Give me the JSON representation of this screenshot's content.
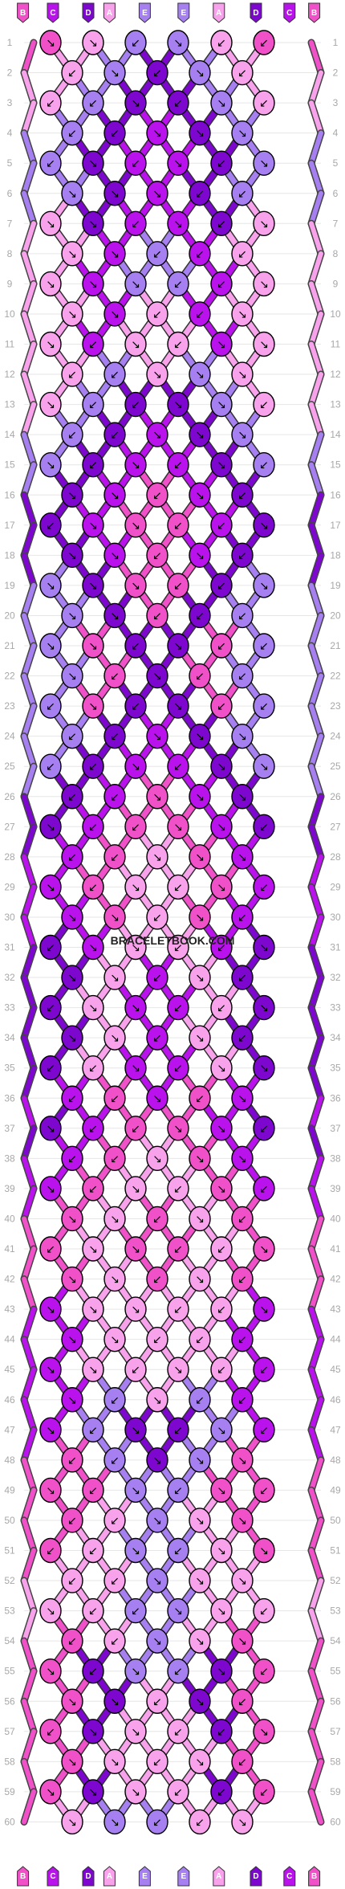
{
  "title": "",
  "watermark": "BRACELETBOOK.COM",
  "colors": {
    "A": "#f9a2ec",
    "B": "#f050c8",
    "C": "#ba12ec",
    "D": "#7d07cf",
    "E": "#a680f0"
  },
  "strands_top": [
    "B",
    "C",
    "D",
    "A",
    "E",
    "E",
    "A",
    "D",
    "C",
    "B"
  ],
  "strands_bottom": [
    "B",
    "C",
    "D",
    "A",
    "E",
    "E",
    "A",
    "D",
    "C",
    "B"
  ],
  "rows": [
    "1",
    "2",
    "3",
    "4",
    "5",
    "6",
    "7",
    "8",
    "9",
    "10",
    "11",
    "12",
    "13",
    "14",
    "15",
    "16",
    "17",
    "18",
    "19",
    "20",
    "21",
    "22",
    "23",
    "24",
    "25",
    "26",
    "27",
    "28",
    "29",
    "30",
    "31",
    "32",
    "33",
    "34",
    "35",
    "36",
    "37",
    "38",
    "39",
    "40",
    "41",
    "42",
    "43",
    "44",
    "45",
    "46",
    "47",
    "48",
    "49",
    "50",
    "51",
    "52",
    "53",
    "54",
    "55",
    "56",
    "57",
    "58",
    "59",
    "60"
  ],
  "knot_grid": [
    "B A E E A B",
    "A E D E A",
    "A E D D E A",
    "E D C D E",
    "E D C C D E",
    "E D C D E",
    "A D C C D A",
    "A C E C A",
    "A C E E C A",
    "A C A C A",
    "A C A A C A",
    "A E A E A",
    "A E D D E A",
    "E D C D E",
    "E D C C D E",
    "D C B C D",
    "D C B B C D",
    "D C B C D",
    "E D B B D E",
    "E D B D E",
    "E B D D B E",
    "E B D B E",
    "E B D D B E",
    "E D C D E",
    "E D C C D E",
    "D C B C D",
    "D C B B C D",
    "C B A B C",
    "C B A A B C",
    "C B A B C",
    "D C A A C D",
    "D A C A D",
    "D A C C A D",
    "D A C A D",
    "D A C C A D",
    "C B C B C",
    "D C B B C D",
    "C B A B C",
    "C B A A B C",
    "B A B A B",
    "B A B B A B",
    "B A B A B",
    "C A A A A C",
    "C A A A C",
    "C A A A A C",
    "C E A E C",
    "C E D D E C",
    "B E D E B",
    "B B E E B B",
    "B A E A B",
    "B A E E A B",
    "A A E A A",
    "A A E E A A",
    "B A E A B",
    "B D E E D B",
    "B D A D B",
    "B D A A D B",
    "B A A A B",
    "B D A A D B",
    "A E E A A"
  ],
  "arrow_grid": [
    "↘ ↘ ↙ ↘ ↙ ↙",
    "↙ ↘ ↙ ↘ ↙",
    "↙ ↙ ↘ ↙ ↘ ↙",
    "↙ ↙ ↘ ↘ ↘",
    "↙ ↘ ↙ ↘ ↙ ↘",
    "↘ ↘ ↘ ↙ ↙",
    "↘ ↘ ↙ ↘ ↙ ↘",
    "↘ ↘ ↙ ↙ ↙",
    "↘ ↘ ↘ ↙ ↙ ↘",
    "↘ ↘ ↙ ↙ ↘",
    "↘ ↙ ↘ ↙ ↘ ↘",
    "↙ ↙ ↘ ↘ ↘",
    "↘ ↙ ↙ ↘ ↘ ↙",
    "↙ ↙ ↘ ↘ ↘",
    "↘ ↙ ↘ ↙ ↘ ↙",
    "↘ ↘ ↙ ↘ ↙",
    "↙ ↘ ↘ ↙ ↙ ↘",
    "↘ ↘ ↙ ↘ ↙",
    "↘ ↘ ↘ ↙ ↙ ↘",
    "↘ ↘ ↙ ↙ ↙",
    "↘ ↘ ↙ ↘ ↙ ↙",
    "↘ ↙ ↘ ↙ ↙",
    "↙ ↘ ↙ ↘ ↙ ↙",
    "↙ ↙ ↘ ↘ ↘",
    "↙ ↙ ↘ ↙ ↘ ↘",
    "↙ ↙ ↘ ↘ ↘",
    "↘ ↙ ↙ ↘ ↘ ↙",
    "↙ ↙ ↘ ↘ ↘",
    "↘ ↙ ↘ ↙ ↘ ↙",
    "↘ ↘ ↙ ↘ ↙",
    "↙ ↘ ↘ ↙ ↙ ↘",
    "↘ ↘ ↙ ↘ ↙",
    "↙ ↘ ↘ ↙ ↙ ↘",
    "↘ ↘ ↙ ↘ ↙",
    "↙ ↙ ↘ ↙ ↘ ↘",
    "↙ ↙ ↘ ↙ ↘",
    "↘ ↙ ↙ ↘ ↘ ↙",
    "↙ ↙ ↘ ↘ ↘",
    "↘ ↙ ↘ ↙ ↘ ↙",
    "↘ ↘ ↙ ↘ ↙",
    "↙ ↘ ↘ ↙ ↙ ↘",
    "↘ ↘ ↙ ↘ ↙",
    "↘ ↘ ↘ ↙ ↙ ↘",
    "↘ ↘ ↙ ↙ ↙",
    "↘ ↘ ↙ ↘ ↙ ↙",
    "↘ ↙ ↘ ↙ ↙",
    "↘ ↙ ↘ ↙ ↘ ↙",
    "↙ ↙ ↘ ↘ ↘",
    "↘ ↙ ↘ ↙ ↘ ↙",
    "↙ ↙ ↘ ↘ ↘",
    "↙ ↙ ↘ ↙ ↘ ↘",
    "↙ ↙ ↘ ↘ ↘",
    "↘ ↙ ↙ ↘ ↘ ↙",
    "↙ ↙ ↘ ↘ ↘",
    "↘ ↙ ↘ ↙ ↘ ↙",
    "↘ ↘ ↙ ↘ ↙",
    "↙ ↘ ↘ ↙ ↙ ↘",
    "↘ ↘ ↙ ↘ ↙",
    "↘ ↘ ↘ ↙ ↙ ↙",
    "↘ ↘ ↙ ↙ ↘"
  ]
}
